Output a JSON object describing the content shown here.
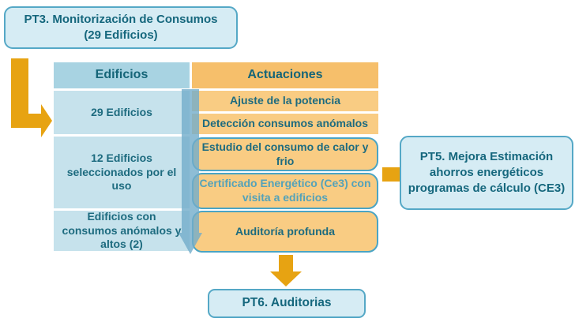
{
  "colors": {
    "box_fill": "#d6ecf4",
    "box_border": "#55a8c6",
    "text_teal": "#1d6b7f",
    "header_text_teal": "#156578",
    "header_blue_bg": "#a8d3e2",
    "cell_blue_bg": "#c6e2ec",
    "header_orange_bg": "#f6bf6b",
    "cell_orange_bg": "#f9cc83",
    "arrow_orange": "#e7a312",
    "arrow_blue": "#72acca",
    "highlight_cell_border": "#4aa4c4",
    "certificado_text": "#54a2b9"
  },
  "pt3_box": {
    "lines": [
      "PT3. Monitorización de Consumos",
      "(29 Edificios)"
    ]
  },
  "table": {
    "headers": {
      "edificios": "Edificios",
      "actuaciones": "Actuaciones"
    },
    "edificios_cells": [
      "29 Edificios",
      "12 Edificios seleccionados por el uso",
      "Edificios con consumos anómalos y altos (2)"
    ],
    "actuaciones_cells": [
      "Ajuste de la potencia",
      "Detección consumos anómalos",
      "Estudio del consumo de calor y frio",
      "Certificado Energético (Ce3) con visita a edificios",
      "Auditoría profunda"
    ]
  },
  "pt5_box": {
    "lines": [
      "PT5. Mejora Estimación",
      "ahorros energéticos",
      "programas de cálculo (CE3)"
    ]
  },
  "pt6_box": {
    "label": "PT6. Auditorias"
  }
}
